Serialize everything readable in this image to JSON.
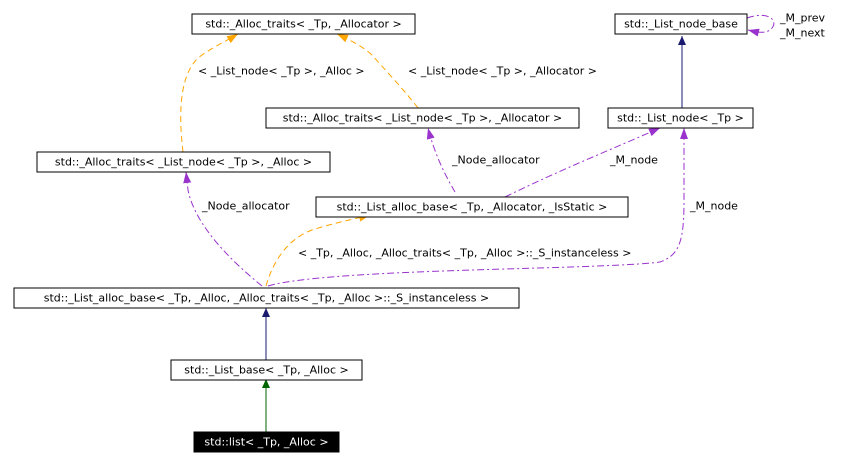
{
  "nodes": {
    "alloc_traits_tp_allocator": "std::_Alloc_traits< _Tp, _Allocator >",
    "list_node_base": "std::_List_node_base",
    "alloc_traits_node_allocator": "std::_Alloc_traits< _List_node< _Tp >, _Allocator >",
    "list_node": "std::_List_node< _Tp >",
    "alloc_traits_node_alloc": "std::_Alloc_traits< _List_node< _Tp >, _Alloc >",
    "list_alloc_base_static": "std::_List_alloc_base< _Tp, _Allocator, _IsStatic >",
    "list_alloc_base_instanceless": "std::_List_alloc_base< _Tp, _Alloc, _Alloc_traits< _Tp, _Alloc >::_S_instanceless >",
    "list_base": "std::_List_base< _Tp, _Alloc >",
    "list": "std::list< _Tp, _Alloc >"
  },
  "labels": {
    "m_prev": "_M_prev",
    "m_next": "_M_next",
    "tmpl_list_node_alloc": "< _List_node< _Tp >, _Alloc >",
    "tmpl_list_node_allocator": "< _List_node< _Tp >, _Allocator >",
    "node_allocator_left": "_Node_allocator",
    "node_allocator_mid": "_Node_allocator",
    "m_node_mid": "_M_node",
    "m_node_right": "_M_node",
    "tmpl_instanceless": "< _Tp, _Alloc, _Alloc_traits< _Tp, _Alloc >::_S_instanceless >"
  },
  "colors": {
    "inheritance": "#191970",
    "public_inheritance": "#006400",
    "usage": "#9a32cd",
    "template_instance": "#ffa500"
  }
}
